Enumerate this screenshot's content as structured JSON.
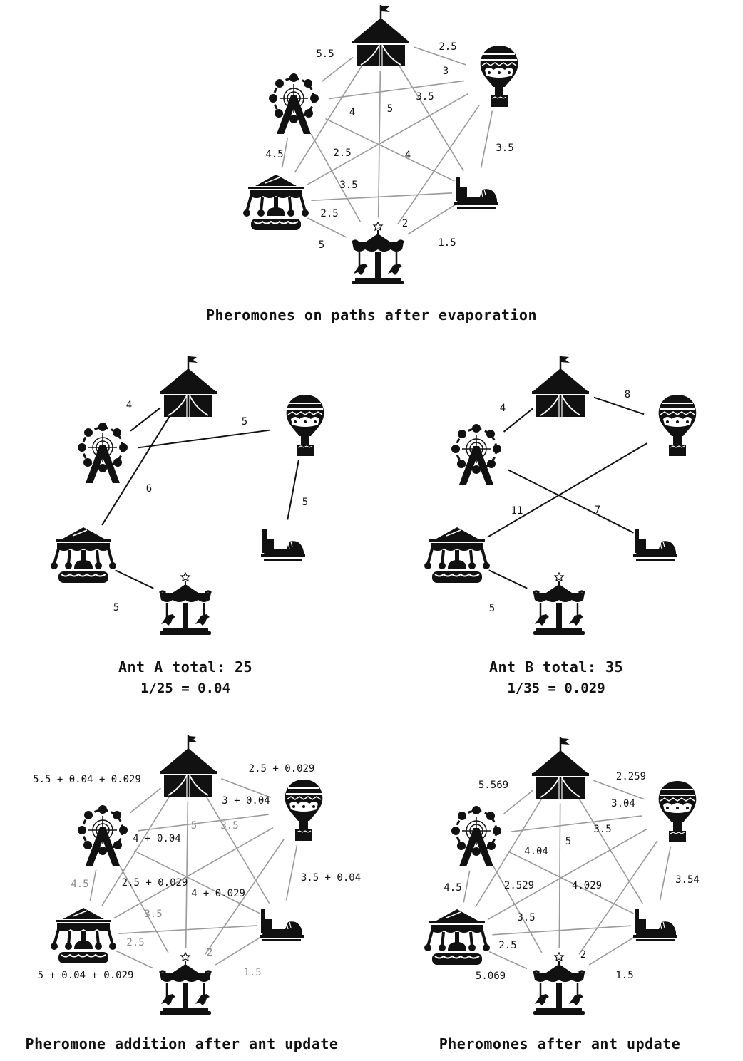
{
  "nodes": {
    "tent": {
      "label": "Circus tent",
      "icon": "circus-tent-icon"
    },
    "ferris": {
      "label": "Ferris wheel",
      "icon": "ferris-wheel-icon"
    },
    "balloon": {
      "label": "Hot air balloon",
      "icon": "hot-air-balloon-icon"
    },
    "swing": {
      "label": "Swing carousel",
      "icon": "swing-ride-icon"
    },
    "bumper": {
      "label": "Bumper car",
      "icon": "bumper-car-icon"
    },
    "carousel": {
      "label": "Carousel",
      "icon": "carousel-icon"
    }
  },
  "colors": {
    "edge_full": "#9a9a9a",
    "edge_path": "#111111",
    "label_dark": "#111111",
    "label_gray": "#8a8a8a"
  },
  "panels": [
    {
      "id": "evaporation",
      "caption": "Pheromones on paths after evaporation",
      "edge_style": "full",
      "edges": [
        {
          "from": "tent",
          "to": "ferris",
          "label": "5.5",
          "tone": "dark"
        },
        {
          "from": "tent",
          "to": "balloon",
          "label": "2.5",
          "tone": "dark"
        },
        {
          "from": "ferris",
          "to": "balloon",
          "label": "3",
          "tone": "dark"
        },
        {
          "from": "tent",
          "to": "swing",
          "label": "4",
          "tone": "dark"
        },
        {
          "from": "tent",
          "to": "carousel",
          "label": "5",
          "tone": "dark"
        },
        {
          "from": "tent",
          "to": "bumper",
          "label": "3.5",
          "tone": "dark"
        },
        {
          "from": "ferris",
          "to": "swing",
          "label": "4.5",
          "tone": "dark"
        },
        {
          "from": "balloon",
          "to": "swing",
          "label": "2.5",
          "tone": "dark"
        },
        {
          "from": "ferris",
          "to": "bumper",
          "label": "4",
          "tone": "dark"
        },
        {
          "from": "balloon",
          "to": "bumper",
          "label": "3.5",
          "tone": "dark"
        },
        {
          "from": "ferris",
          "to": "carousel",
          "label": "3.5",
          "tone": "dark"
        },
        {
          "from": "swing",
          "to": "bumper",
          "label": "2.5",
          "tone": "dark"
        },
        {
          "from": "balloon",
          "to": "carousel",
          "label": "2",
          "tone": "dark"
        },
        {
          "from": "swing",
          "to": "carousel",
          "label": "5",
          "tone": "dark"
        },
        {
          "from": "bumper",
          "to": "carousel",
          "label": "1.5",
          "tone": "dark"
        }
      ]
    },
    {
      "id": "ant-a",
      "caption": "Ant A total: 25",
      "subcaption": "1/25 = 0.04",
      "edge_style": "path",
      "edges": [
        {
          "from": "ferris",
          "to": "tent",
          "label": "4",
          "tone": "dark"
        },
        {
          "from": "ferris",
          "to": "balloon",
          "label": "5",
          "tone": "dark"
        },
        {
          "from": "tent",
          "to": "swing",
          "label": "6",
          "tone": "dark"
        },
        {
          "from": "balloon",
          "to": "bumper",
          "label": "5",
          "tone": "dark"
        },
        {
          "from": "swing",
          "to": "carousel",
          "label": "5",
          "tone": "dark"
        }
      ]
    },
    {
      "id": "ant-b",
      "caption": "Ant B total: 35",
      "subcaption": "1/35 = 0.029",
      "edge_style": "path",
      "edges": [
        {
          "from": "ferris",
          "to": "tent",
          "label": "4",
          "tone": "dark"
        },
        {
          "from": "tent",
          "to": "balloon",
          "label": "8",
          "tone": "dark"
        },
        {
          "from": "balloon",
          "to": "swing",
          "label": "11",
          "tone": "dark"
        },
        {
          "from": "ferris",
          "to": "bumper",
          "label": "7",
          "tone": "dark"
        },
        {
          "from": "swing",
          "to": "carousel",
          "label": "5",
          "tone": "dark"
        }
      ]
    },
    {
      "id": "addition",
      "caption": "Pheromone addition after ant update",
      "edge_style": "full",
      "edges": [
        {
          "from": "tent",
          "to": "ferris",
          "label": "5.5 + 0.04 + 0.029",
          "tone": "dark"
        },
        {
          "from": "tent",
          "to": "balloon",
          "label": "2.5 + 0.029",
          "tone": "dark"
        },
        {
          "from": "ferris",
          "to": "balloon",
          "label": "3 + 0.04",
          "tone": "dark"
        },
        {
          "from": "tent",
          "to": "swing",
          "label": "4 + 0.04",
          "tone": "dark"
        },
        {
          "from": "tent",
          "to": "carousel",
          "label": "5",
          "tone": "gray"
        },
        {
          "from": "tent",
          "to": "bumper",
          "label": "3.5",
          "tone": "gray"
        },
        {
          "from": "ferris",
          "to": "swing",
          "label": "4.5",
          "tone": "gray"
        },
        {
          "from": "balloon",
          "to": "swing",
          "label": "2.5 + 0.029",
          "tone": "dark"
        },
        {
          "from": "ferris",
          "to": "bumper",
          "label": "4 + 0.029",
          "tone": "dark"
        },
        {
          "from": "balloon",
          "to": "bumper",
          "label": "3.5 + 0.04",
          "tone": "dark"
        },
        {
          "from": "ferris",
          "to": "carousel",
          "label": "3.5",
          "tone": "gray"
        },
        {
          "from": "swing",
          "to": "bumper",
          "label": "2.5",
          "tone": "gray"
        },
        {
          "from": "balloon",
          "to": "carousel",
          "label": "2",
          "tone": "gray"
        },
        {
          "from": "swing",
          "to": "carousel",
          "label": "5 + 0.04 + 0.029",
          "tone": "dark"
        },
        {
          "from": "bumper",
          "to": "carousel",
          "label": "1.5",
          "tone": "gray"
        }
      ]
    },
    {
      "id": "after-update",
      "caption": "Pheromones after ant update",
      "edge_style": "full",
      "edges": [
        {
          "from": "tent",
          "to": "ferris",
          "label": "5.569",
          "tone": "dark"
        },
        {
          "from": "tent",
          "to": "balloon",
          "label": "2.259",
          "tone": "dark"
        },
        {
          "from": "ferris",
          "to": "balloon",
          "label": "3.04",
          "tone": "dark"
        },
        {
          "from": "tent",
          "to": "swing",
          "label": "4.04",
          "tone": "dark"
        },
        {
          "from": "tent",
          "to": "carousel",
          "label": "5",
          "tone": "dark"
        },
        {
          "from": "tent",
          "to": "bumper",
          "label": "3.5",
          "tone": "dark"
        },
        {
          "from": "ferris",
          "to": "swing",
          "label": "4.5",
          "tone": "dark"
        },
        {
          "from": "balloon",
          "to": "swing",
          "label": "2.529",
          "tone": "dark"
        },
        {
          "from": "ferris",
          "to": "bumper",
          "label": "4.029",
          "tone": "dark"
        },
        {
          "from": "balloon",
          "to": "bumper",
          "label": "3.54",
          "tone": "dark"
        },
        {
          "from": "ferris",
          "to": "carousel",
          "label": "3.5",
          "tone": "dark"
        },
        {
          "from": "swing",
          "to": "bumper",
          "label": "2.5",
          "tone": "dark"
        },
        {
          "from": "balloon",
          "to": "carousel",
          "label": "2",
          "tone": "dark"
        },
        {
          "from": "swing",
          "to": "carousel",
          "label": "5.069",
          "tone": "dark"
        },
        {
          "from": "bumper",
          "to": "carousel",
          "label": "1.5",
          "tone": "dark"
        }
      ]
    }
  ]
}
